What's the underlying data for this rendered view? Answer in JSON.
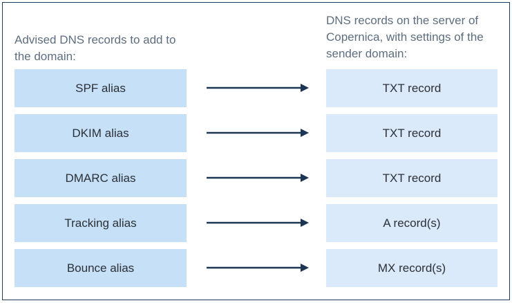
{
  "headings": {
    "left": "Advised DNS records to add to the domain:",
    "right": "DNS records on the server of Copernica, with settings of the sender domain:"
  },
  "rows": [
    {
      "alias": "SPF alias",
      "record": "TXT record"
    },
    {
      "alias": "DKIM alias",
      "record": "TXT record"
    },
    {
      "alias": "DMARC alias",
      "record": "TXT record"
    },
    {
      "alias": "Tracking alias",
      "record": "A record(s)"
    },
    {
      "alias": "Bounce alias",
      "record": "MX record(s)"
    }
  ],
  "colors": {
    "frame_border": "#1f3d5a",
    "alias_box": "#c5e0f7",
    "record_box": "#dbeafb",
    "arrow": "#1b3553",
    "heading_text": "#5d6d7e"
  }
}
